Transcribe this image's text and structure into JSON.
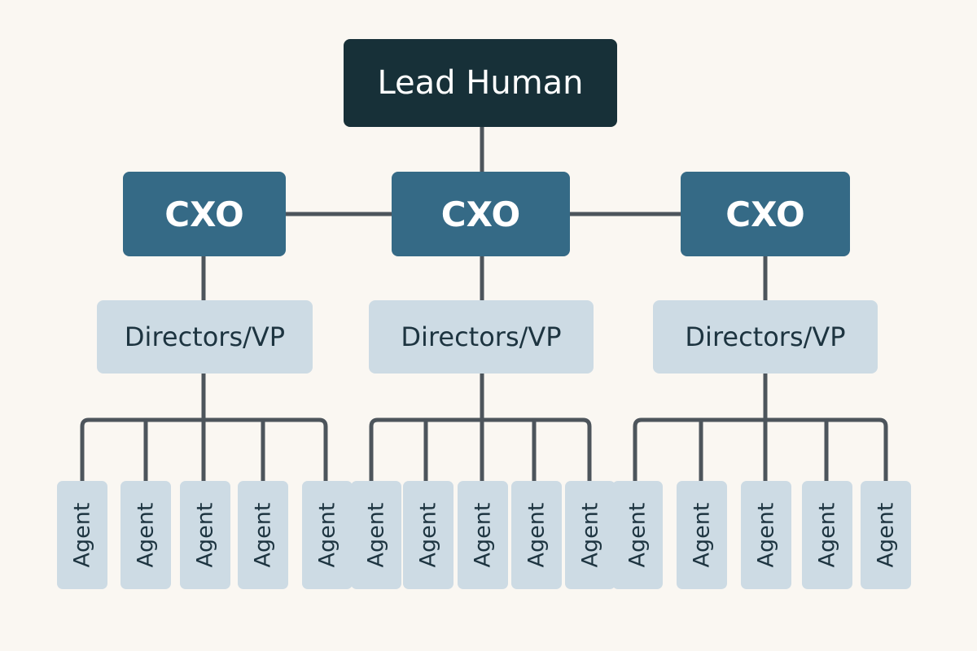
{
  "root": {
    "label": "Lead Human"
  },
  "cxo": [
    {
      "label": "CXO"
    },
    {
      "label": "CXO"
    },
    {
      "label": "CXO"
    }
  ],
  "directors": [
    {
      "label": "Directors/VP"
    },
    {
      "label": "Directors/VP"
    },
    {
      "label": "Directors/VP"
    }
  ],
  "agents": [
    {
      "label": "Agent"
    },
    {
      "label": "Agent"
    },
    {
      "label": "Agent"
    },
    {
      "label": "Agent"
    },
    {
      "label": "Agent"
    },
    {
      "label": "Agent"
    },
    {
      "label": "Agent"
    },
    {
      "label": "Agent"
    },
    {
      "label": "Agent"
    },
    {
      "label": "Agent"
    },
    {
      "label": "Agent"
    },
    {
      "label": "Agent"
    },
    {
      "label": "Agent"
    },
    {
      "label": "Agent"
    },
    {
      "label": "Agent"
    }
  ],
  "colors": {
    "background": "#faf7f2",
    "root_fill": "#173038",
    "cxo_fill": "#356a86",
    "light_fill": "#cddbe4",
    "connector": "#4d555c"
  }
}
